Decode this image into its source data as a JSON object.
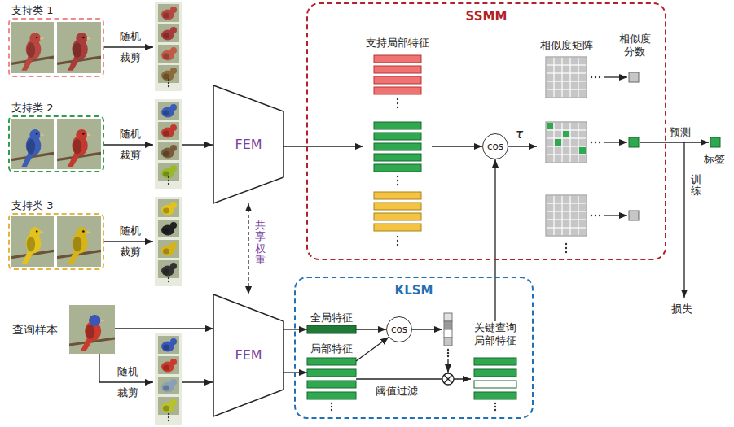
{
  "diagram": {
    "nodes": [
      {
        "text": [
          "支持类 1"
        ]
      },
      {
        "text": [
          "支持类 2"
        ]
      },
      {
        "text": [
          "支持类 3"
        ]
      },
      {
        "text": [
          "查询样本"
        ]
      },
      {
        "text": [
          "FEM"
        ]
      },
      {
        "text": [
          "FEM"
        ]
      },
      {
        "text": [
          "SSMM"
        ]
      },
      {
        "text": [
          "支持局部特征"
        ],
        "in": 6
      },
      {
        "text": [
          "cos"
        ],
        "in": 6
      },
      {
        "text": [
          "相似度矩阵"
        ],
        "in": 6
      },
      {
        "text": [
          "KLSM"
        ]
      },
      {
        "text": [
          "全局特征"
        ],
        "in": 10
      },
      {
        "text": [
          "局部特征"
        ],
        "in": 10
      },
      {
        "text": [
          "cos"
        ],
        "in": 10
      },
      {
        "text": [
          "关键查询 局部特征"
        ],
        "in": 10
      }
    ],
    "edges": [
      {
        "from": 4,
        "to": 7,
        "arrow": "to"
      },
      {
        "from": 7,
        "to": 8,
        "arrow": "to"
      },
      {
        "from": 8,
        "to": 9,
        "label": "τ",
        "arrow": "to"
      },
      {
        "from": 14,
        "to": 8,
        "arrow": "to"
      },
      {
        "from": 5,
        "to": 11,
        "arrow": "to"
      },
      {
        "from": 5,
        "to": 12,
        "arrow": "to"
      },
      {
        "from": 11,
        "to": 13,
        "arrow": "to"
      },
      {
        "from": 12,
        "to": 13,
        "arrow": "to"
      },
      {
        "from": 12,
        "to": 14,
        "label": "阈值过滤",
        "arrow": "to"
      },
      {
        "from": 4,
        "to": 5,
        "label": "共享权重",
        "arrow": "both"
      },
      {
        "from": 3,
        "to": 5,
        "arrow": "to"
      }
    ],
    "labels": [
      "随机 裁剪",
      "随机 裁剪",
      "随机 裁剪",
      "随机 裁剪",
      "相似度 分数",
      "预测",
      "标签",
      "训练",
      "损失"
    ]
  }
}
